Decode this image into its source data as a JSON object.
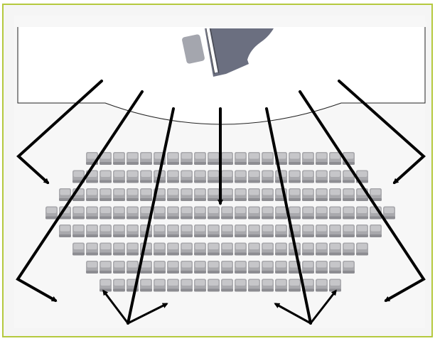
{
  "diagram": {
    "subject": "concert-hall-sound-distribution",
    "colors": {
      "frame": "#b5c93f",
      "panel_bg": "#f5f5f5",
      "stage_fill": "#ffffff",
      "stage_outline": "#222222",
      "piano_body": "#6b6f80",
      "piano_bench": "#a4a6ae",
      "seat_fill": "#a9a9ad",
      "seat_shadow": "#8d8d92",
      "seat_highlight": "#c6c6c9",
      "arrow": "#000000"
    },
    "seat_rows": [
      {
        "row": 1,
        "seats": 20
      },
      {
        "row": 2,
        "seats": 22
      },
      {
        "row": 3,
        "seats": 24
      },
      {
        "row": 4,
        "seats": 26
      },
      {
        "row": 5,
        "seats": 24
      },
      {
        "row": 6,
        "seats": 22
      },
      {
        "row": 7,
        "seats": 20
      },
      {
        "row": 8,
        "seats": 18
      }
    ],
    "icons": [
      "grand-piano-icon",
      "piano-bench-icon",
      "seat-icon",
      "arrow-icon"
    ]
  }
}
